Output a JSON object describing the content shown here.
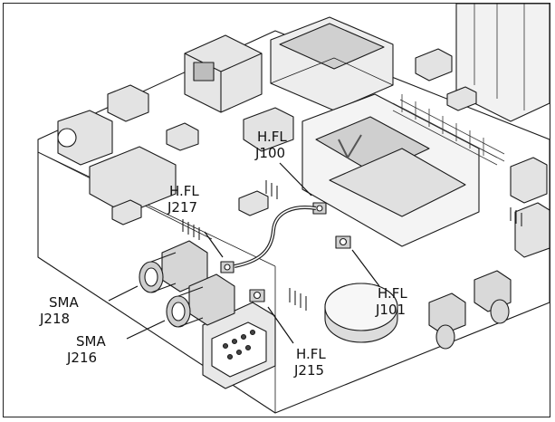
{
  "labels": {
    "hfl_j100": {
      "line1": "H.FL",
      "line2": "J100"
    },
    "hfl_j217": {
      "line1": "H.FL",
      "line2": "J217"
    },
    "hfl_j101": {
      "line1": "H.FL",
      "line2": "J101"
    },
    "hfl_j215": {
      "line1": "H.FL",
      "line2": "J215"
    },
    "sma_j218": {
      "line1": "SMA",
      "line2": "J218"
    },
    "sma_j216": {
      "line1": "SMA",
      "line2": "J216"
    }
  },
  "colors": {
    "board": "#ffffff",
    "line": "#1a1a1a",
    "chip": "#d9d9d9",
    "chip_dark": "#8a8a8a",
    "connector": "#bdbdbd"
  }
}
